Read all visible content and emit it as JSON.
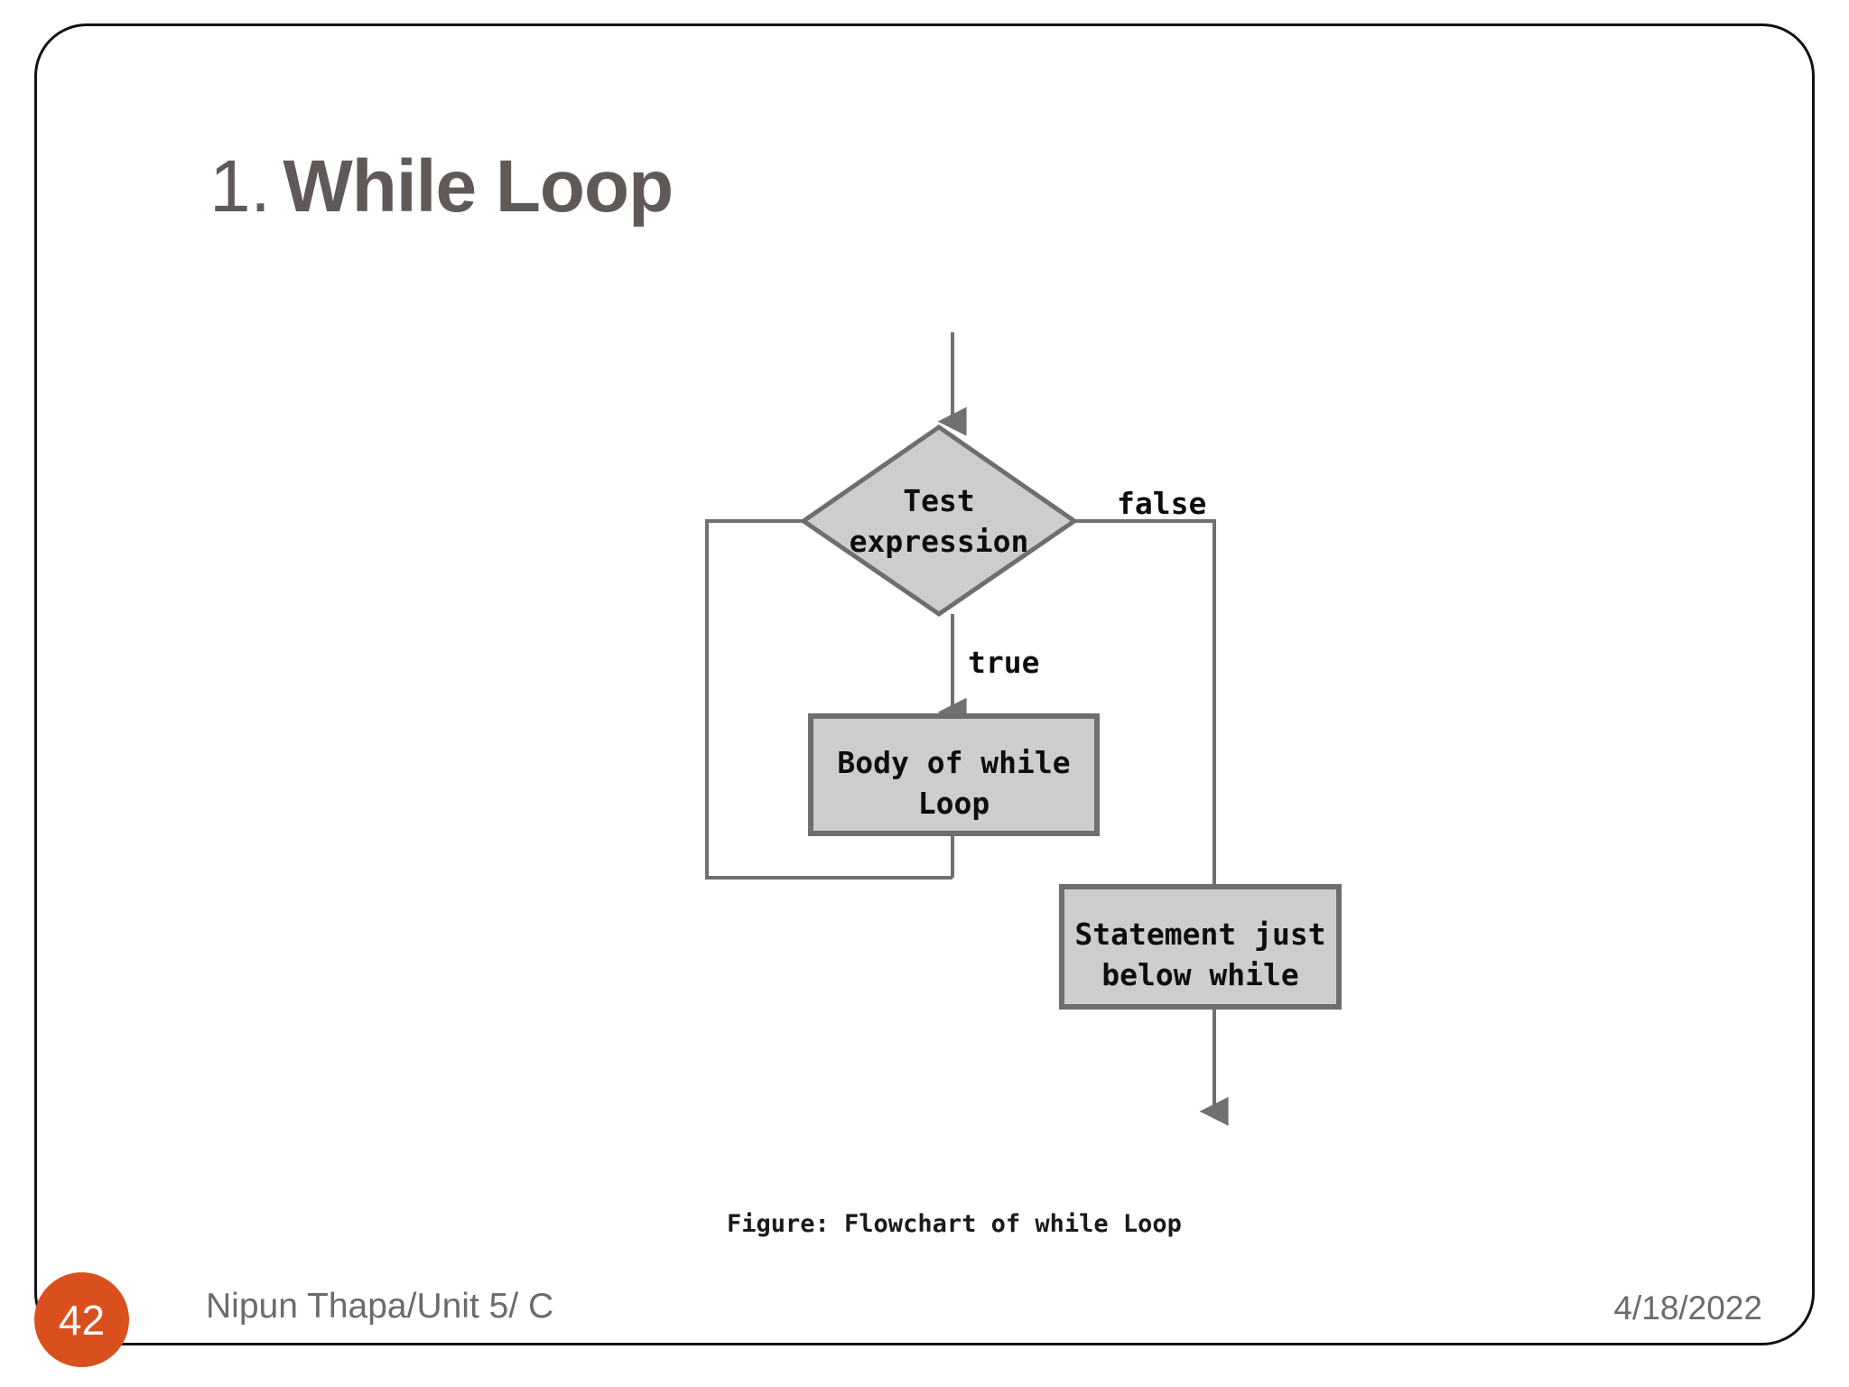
{
  "slide": {
    "title_number": "1.",
    "title_text": "While Loop",
    "title_color": "#5F5A57",
    "border_color": "#111111",
    "background": "#ffffff"
  },
  "figure": {
    "caption": "Figure: Flowchart of while Loop",
    "node_fill": "#CDCDCD",
    "node_stroke": "#6E6E6E",
    "connector_color": "#707070",
    "nodes": {
      "decision": "Test\nexpression",
      "body": "Body of while\nLoop",
      "statement": "Statement just\nbelow while"
    },
    "edge_labels": {
      "false": "false",
      "true": "true"
    }
  },
  "footer": {
    "page_number": "42",
    "author": "Nipun Thapa/Unit 5/ C",
    "date": "4/18/2022",
    "badge_color": "#D9501E",
    "text_color": "#6B6B6B"
  }
}
